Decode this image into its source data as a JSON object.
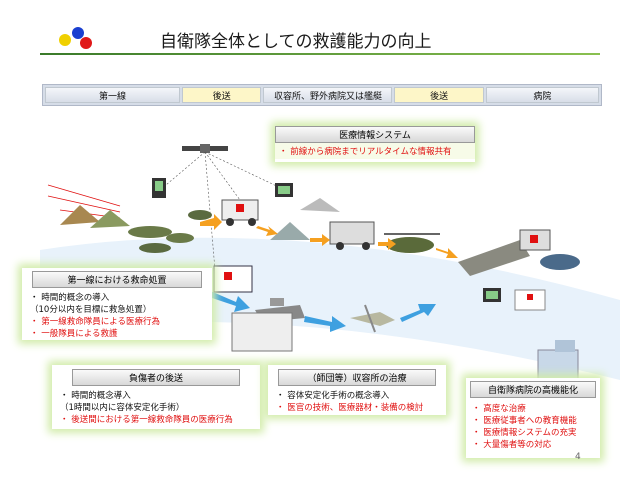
{
  "title": "自衛隊全体としての救護能力の向上",
  "phases": [
    "第一線",
    "後送",
    "収容所、野外病院又は艦艇",
    "後送",
    "病院"
  ],
  "info_system": {
    "heading": "医療情報システム",
    "items": [
      "・ 前線から病院までリアルタイムな情報共有"
    ]
  },
  "frontline": {
    "heading": "第一線における救命処置",
    "items": [
      {
        "text": "・ 時間的概念の導入",
        "color": "black"
      },
      {
        "text": "（10分以内を目標に救急処置）",
        "color": "black"
      },
      {
        "text": "・ 第一線救命隊員による医療行為",
        "color": "red"
      },
      {
        "text": "・ 一般隊員による救護",
        "color": "red"
      }
    ]
  },
  "evacuation": {
    "heading": "負傷者の後送",
    "items": [
      {
        "text": "・ 時間的概念導入",
        "color": "black"
      },
      {
        "text": "（1時間以内に容体安定化手術）",
        "color": "black"
      },
      {
        "text": "・ 後送間における第一線救命隊員の医療行為",
        "color": "red"
      }
    ]
  },
  "station": {
    "heading": "（師団等）収容所の治療",
    "items": [
      {
        "text": "・ 容体安定化手術の概念導入",
        "color": "black"
      },
      {
        "text": "・ 医官の技術、医療器材・装備の検討",
        "color": "red"
      }
    ]
  },
  "hospital": {
    "heading": "自衛隊病院の高機能化",
    "items": [
      {
        "text": "・ 高度な治療",
        "color": "red"
      },
      {
        "text": "・ 医療従事者への教育機能",
        "color": "red"
      },
      {
        "text": "・ 医療情報システムの充実",
        "color": "red"
      },
      {
        "text": "・ 大量傷者等の対応",
        "color": "red"
      }
    ]
  },
  "page_number": "4",
  "colors": {
    "arrow_orange": "#f5a020",
    "arrow_blue": "#3ea0e0",
    "accent_green": "#d2ecaa",
    "red_text": "#e01010"
  },
  "icons": [
    "logo-dots-icon",
    "satellite-icon",
    "terminal-icon",
    "soldiers-icon",
    "ambulance-icon",
    "tent-icon",
    "truck-icon",
    "helicopter-icon",
    "ship-icon",
    "transport-aircraft-icon",
    "hospital-building-icon"
  ]
}
